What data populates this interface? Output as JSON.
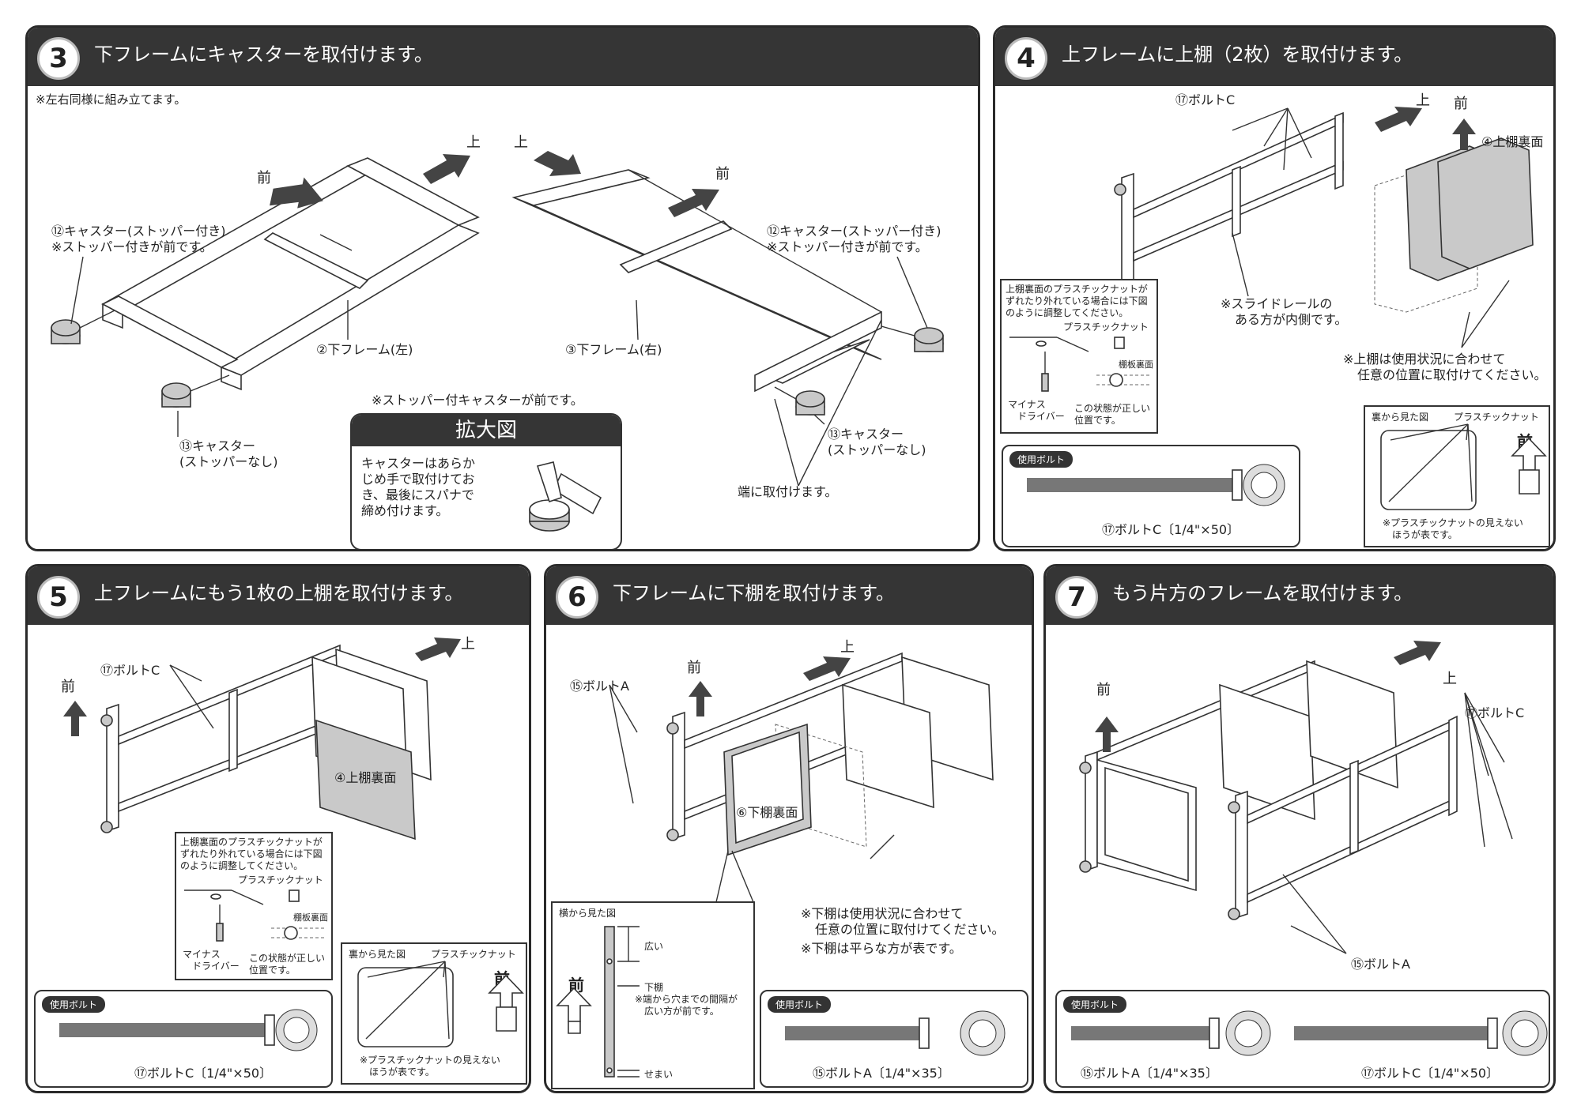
{
  "panels": {
    "p3": {
      "number": "3",
      "title": "下フレームにキャスターを取付けます。",
      "note": "※左右同様に組み立てます。",
      "up_left": "上",
      "up_right": "上",
      "front_left": "前",
      "front_right": "前",
      "caster_stopper_left": [
        "⑫キャスター(ストッパー付き)",
        "※ストッパー付きが前です。"
      ],
      "caster_stopper_right": [
        "⑫キャスター(ストッパー付き)",
        "※ストッパー付きが前です。"
      ],
      "frame_left": "②下フレーム(左)",
      "frame_right": "③下フレーム(右)",
      "caster_nostop_left": [
        "⑬キャスター",
        "(ストッパーなし)"
      ],
      "caster_nostop_right": [
        "⑬キャスター",
        "(ストッパーなし)"
      ],
      "stopper_front": "※ストッパー付キャスターが前です。",
      "zoom_title": "拡大図",
      "zoom_text": [
        "キャスターはあらか",
        "じめ手で取付けてお",
        "き、最後にスパナで",
        "締め付けます。"
      ],
      "attach_ends": "端に取付けます。"
    },
    "p4": {
      "number": "4",
      "title": "上フレームに上棚（2枚）を取付けます。",
      "bolt_c": "⑰ボルトC",
      "up": "上",
      "front": "前",
      "shelf_back": "④上棚裏面",
      "slide_rail": [
        "※スライドレールの",
        "ある方が内側です。"
      ],
      "shelf_note": [
        "※上棚は使用状況に合わせて",
        "任意の位置に取付けてください。"
      ],
      "inset_nut": {
        "text": [
          "上棚裏面のプラスチックナットが",
          "ずれたり外れている場合には下図",
          "のように調整してください。"
        ],
        "plastic_nut": "プラスチックナット",
        "shelf_back": "棚板裏面",
        "driver": [
          "マイナス",
          "ドライバー"
        ],
        "correct": [
          "この状態が正しい",
          "位置です。"
        ]
      },
      "inset_back": {
        "title": "裏から見た図",
        "plastic_nut": "プラスチックナット",
        "front": "前",
        "note": [
          "※プラスチックナットの見えない",
          "ほうが表です。"
        ]
      },
      "bolt_box": {
        "pill": "使用ボルト",
        "label": "⑰ボルトC〔1/4\"×50〕"
      }
    },
    "p5": {
      "number": "5",
      "title": "上フレームにもう1枚の上棚を取付けます。",
      "bolt_c": "⑰ボルトC",
      "up": "上",
      "front": "前",
      "shelf_back": "④上棚裏面",
      "inset_nut": {
        "text": [
          "上棚裏面のプラスチックナットが",
          "ずれたり外れている場合には下図",
          "のように調整してください。"
        ],
        "plastic_nut": "プラスチックナット",
        "shelf_back": "棚板裏面",
        "driver": [
          "マイナス",
          "ドライバー"
        ],
        "correct": [
          "この状態が正しい",
          "位置です。"
        ]
      },
      "inset_back": {
        "title": "裏から見た図",
        "plastic_nut": "プラスチックナット",
        "front": "前",
        "note": [
          "※プラスチックナットの見えない",
          "ほうが表です。"
        ]
      },
      "bolt_box": {
        "pill": "使用ボルト",
        "label": "⑰ボルトC〔1/4\"×50〕"
      }
    },
    "p6": {
      "number": "6",
      "title": "下フレームに下棚を取付けます。",
      "bolt_a": "⑮ボルトA",
      "up": "上",
      "front": "前",
      "lower_back": "⑥下棚裏面",
      "note1": [
        "※下棚は使用状況に合わせて",
        "任意の位置に取付けてください。"
      ],
      "note2": "※下棚は平らな方が表です。",
      "side_view": {
        "title": "横から見た図",
        "wide": "広い",
        "front": "前",
        "lower": "下棚",
        "note": [
          "※端から穴までの間隔が",
          "広い方が前です。"
        ],
        "narrow": "せまい"
      },
      "bolt_box": {
        "pill": "使用ボルト",
        "label": "⑮ボルトA〔1/4\"×35〕"
      }
    },
    "p7": {
      "number": "7",
      "title": "もう片方のフレームを取付けます。",
      "bolt_c": "⑰ボルトC",
      "bolt_a": "⑮ボルトA",
      "up": "上",
      "front": "前",
      "bolt_box": {
        "pill": "使用ボルト",
        "label_a": "⑮ボルトA〔1/4\"×35〕",
        "label_c": "⑰ボルトC〔1/4\"×50〕"
      }
    }
  }
}
